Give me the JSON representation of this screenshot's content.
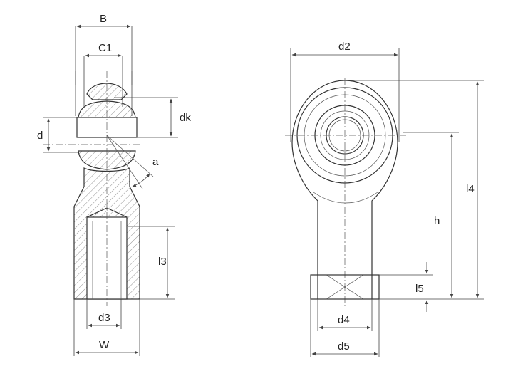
{
  "labels": {
    "B": "B",
    "C1": "C1",
    "dk": "dk",
    "d": "d",
    "a": "a",
    "l3": "l3",
    "d3": "d3",
    "W": "W",
    "d2": "d2",
    "l4": "l4",
    "h": "h",
    "l5": "l5",
    "d4": "d4",
    "d5": "d5"
  },
  "colors": {
    "line": "#333333",
    "text": "#222222"
  }
}
